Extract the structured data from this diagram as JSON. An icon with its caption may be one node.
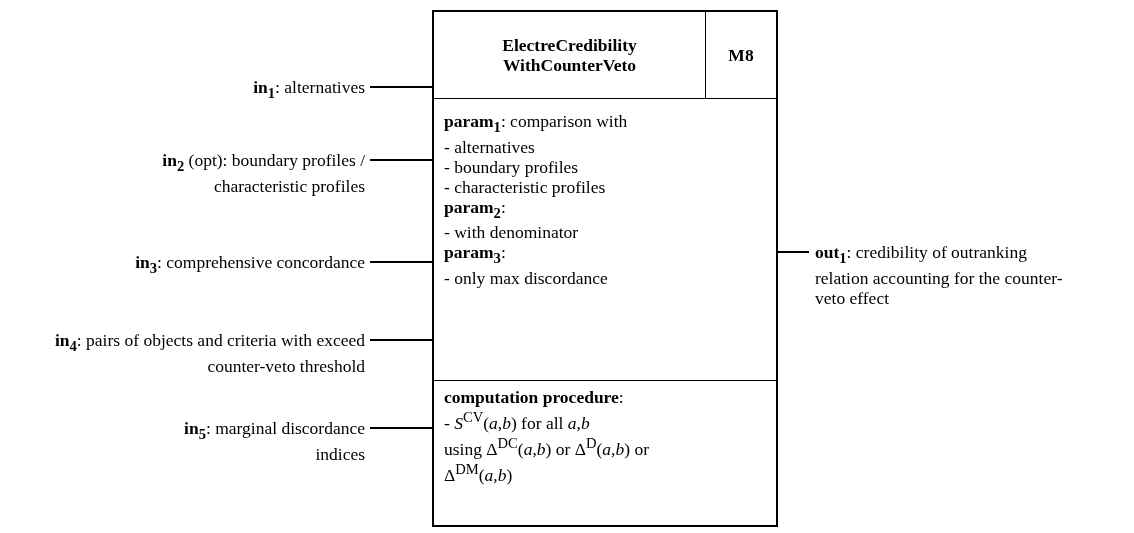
{
  "diagram": {
    "nodes": [
      {
        "text": [],
        "shape": "box"
      },
      {
        "text": [
          "**ElectreCredibility WithCounterVeto**"
        ],
        "in": 0
      },
      {
        "text": [
          "**M8**"
        ],
        "in": 0
      },
      {
        "text": [
          "**param$_{1}$**: comparison with",
          "- alternatives",
          "- boundary profiles",
          "- characteristic profiles",
          "**param$_{2}$**:",
          "- with denominator",
          "**param$_{3}$**:",
          "- only max discordance"
        ],
        "in": 0
      },
      {
        "text": [
          "**computation procedure**:",
          "- *S*$^{CV}$(*a*,*b*) for all *a*,*b*",
          "using Δ$^{DC}$(*a*,*b*) or  Δ$^{D}$(*a*,*b*) or Δ$^{DM}$(*a*,*b*)"
        ],
        "in": 0
      },
      {
        "text": [
          "**in$_{1}$**: alternatives"
        ]
      },
      {
        "text": [
          "**in$_{2}$** (opt): boundary profiles / characteristic profiles"
        ]
      },
      {
        "text": [
          "**in$_{3}$**: comprehensive concordance"
        ]
      },
      {
        "text": [
          "**in$_{4}$**: pairs of objects and criteria with exceed counter-veto threshold"
        ]
      },
      {
        "text": [
          "**in$_{5}$**: marginal discordance indices"
        ]
      },
      {
        "text": [
          "**out$_{1}$**: credibility of outranking relation accounting for the counter-veto effect"
        ]
      }
    ],
    "edges": [
      {
        "from": 5,
        "to": 0,
        "arrow": "none"
      },
      {
        "from": 6,
        "to": 0,
        "arrow": "none"
      },
      {
        "from": 7,
        "to": 0,
        "arrow": "none"
      },
      {
        "from": 8,
        "to": 0,
        "arrow": "none"
      },
      {
        "from": 9,
        "to": 0,
        "arrow": "none"
      },
      {
        "from": 0,
        "to": 10,
        "arrow": "none"
      }
    ]
  }
}
